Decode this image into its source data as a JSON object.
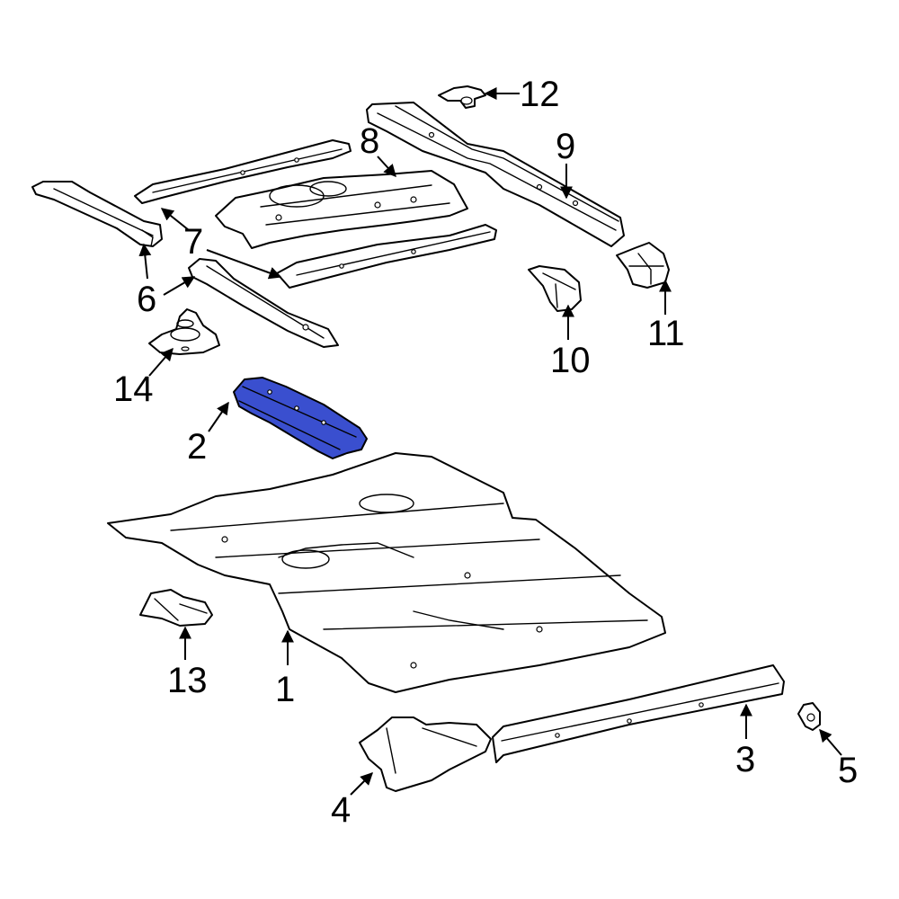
{
  "diagram": {
    "highlight_color": "#3a4fcf",
    "callouts": [
      {
        "id": "1",
        "label": "1"
      },
      {
        "id": "2",
        "label": "2"
      },
      {
        "id": "3",
        "label": "3"
      },
      {
        "id": "4",
        "label": "4"
      },
      {
        "id": "5",
        "label": "5"
      },
      {
        "id": "6",
        "label": "6"
      },
      {
        "id": "7",
        "label": "7"
      },
      {
        "id": "8",
        "label": "8"
      },
      {
        "id": "9",
        "label": "9"
      },
      {
        "id": "10",
        "label": "10"
      },
      {
        "id": "11",
        "label": "11"
      },
      {
        "id": "12",
        "label": "12"
      },
      {
        "id": "13",
        "label": "13"
      },
      {
        "id": "14",
        "label": "14"
      }
    ]
  }
}
